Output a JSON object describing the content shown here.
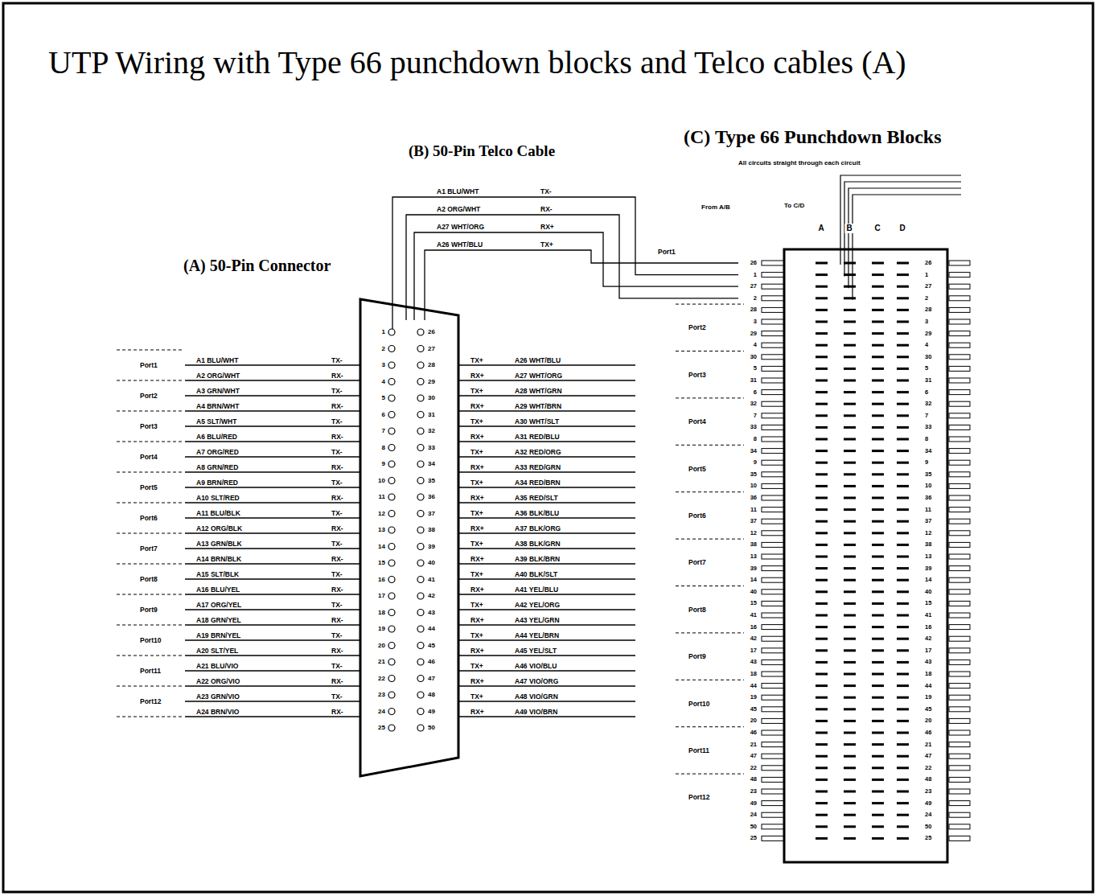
{
  "diagram": {
    "title": "UTP Wiring with Type 66 punchdown blocks and Telco cables (A)",
    "labels": [
      "(A) 50-Pin Connector",
      "(B) 50-Pin Telco Cable",
      "(C) Type 66 Punchdown Blocks",
      "All circuits straight through each circuit",
      "From A/B",
      "To C/D",
      "A",
      "B",
      "C",
      "D",
      "A1 BLU/WHT",
      "TX-",
      "A2 ORG/WHT",
      "RX-",
      "A27 WHT/ORG",
      "RX+",
      "A26 WHT/BLU",
      "TX+",
      "Port1",
      "Port1",
      "Port2",
      "Port3",
      "Port4",
      "Port5",
      "Port6",
      "Port7",
      "Port8",
      "Port9",
      "Port10",
      "Port11",
      "Port12",
      "A1 BLU/WHT",
      "TX-",
      "A2 ORG/WHT",
      "RX-",
      "A3 GRN/WHT",
      "TX-",
      "A4 BRN/WHT",
      "RX-",
      "A5 SLT/WHT",
      "TX-",
      "A6 BLU/RED",
      "RX-",
      "A7 ORG/RED",
      "TX-",
      "A8 GRN/RED",
      "RX-",
      "A9 BRN/RED",
      "TX-",
      "A10 SLT/RED",
      "RX-",
      "A11 BLU/BLK",
      "TX-",
      "A12 ORG/BLK",
      "RX-",
      "A13 GRN/BLK",
      "TX-",
      "A14 BRN/BLK",
      "RX-",
      "A15 SLT/BLK",
      "TX-",
      "A16 BLU/YEL",
      "RX-",
      "A17 ORG/YEL",
      "TX-",
      "A18 GRN/YEL",
      "RX-",
      "A19 BRN/YEL",
      "TX-",
      "A20 SLT/YEL",
      "RX-",
      "A21 BLU/VIO",
      "TX-",
      "A22 ORG/VIO",
      "RX-",
      "A23 GRN/VIO",
      "TX-",
      "A24 BRN/VIO",
      "RX-",
      "TX+",
      "A26 WHT/BLU",
      "RX+",
      "A27 WHT/ORG",
      "TX+",
      "A28 WHT/GRN",
      "RX+",
      "A29 WHT/BRN",
      "TX+",
      "A30 WHT/SLT",
      "RX+",
      "A31 RED/BLU",
      "TX+",
      "A32 RED/ORG",
      "RX+",
      "A33 RED/GRN",
      "TX+",
      "A34 RED/BRN",
      "RX+",
      "A35 RED/SLT",
      "TX+",
      "A36 BLK/BLU",
      "RX+",
      "A37 BLK/ORG",
      "TX+",
      "A38 BLK/GRN",
      "RX+",
      "A39 BLK/BRN",
      "TX+",
      "A40 BLK/SLT",
      "RX+",
      "A41 YEL/BLU",
      "TX+",
      "A42 YEL/ORG",
      "RX+",
      "A43 YEL/GRN",
      "TX+",
      "A44 YEL/BRN",
      "RX+",
      "A45 YEL/SLT",
      "TX+",
      "A46 VIO/BLU",
      "RX+",
      "A47 VIO/ORG",
      "TX+",
      "A48 VIO/GRN",
      "RX+",
      "A49 VIO/BRN",
      "1",
      "2",
      "3",
      "4",
      "5",
      "6",
      "7",
      "8",
      "9",
      "10",
      "11",
      "12",
      "13",
      "14",
      "15",
      "16",
      "17",
      "18",
      "19",
      "20",
      "21",
      "22",
      "23",
      "24",
      "25",
      "26",
      "27",
      "28",
      "29",
      "30",
      "31",
      "32",
      "33",
      "34",
      "35",
      "36",
      "37",
      "38",
      "39",
      "40",
      "41",
      "42",
      "43",
      "44",
      "45",
      "46",
      "47",
      "48",
      "49",
      "50",
      "Port2",
      "Port3",
      "Port4",
      "Port5",
      "Port6",
      "Port7",
      "Port8",
      "Port9",
      "Port10",
      "Port11",
      "Port12",
      "26",
      "1",
      "27",
      "2",
      "28",
      "3",
      "29",
      "4",
      "30",
      "5",
      "31",
      "6",
      "32",
      "7",
      "33",
      "8",
      "34",
      "9",
      "35",
      "10",
      "36",
      "11",
      "37",
      "12",
      "38",
      "13",
      "39",
      "14",
      "40",
      "15",
      "41",
      "16",
      "42",
      "17",
      "43",
      "18",
      "44",
      "19",
      "45",
      "20",
      "46",
      "21",
      "47",
      "22",
      "48",
      "23",
      "49",
      "24",
      "50",
      "25",
      "26",
      "1",
      "27",
      "2",
      "28",
      "3",
      "29",
      "4",
      "30",
      "5",
      "31",
      "6",
      "32",
      "7",
      "33",
      "8",
      "34",
      "9",
      "35",
      "10",
      "36",
      "11",
      "37",
      "12",
      "38",
      "13",
      "39",
      "14",
      "40",
      "15",
      "41",
      "16",
      "42",
      "17",
      "43",
      "18",
      "44",
      "19",
      "45",
      "20",
      "46",
      "21",
      "47",
      "22",
      "48",
      "23",
      "49",
      "24",
      "50",
      "25"
    ]
  }
}
